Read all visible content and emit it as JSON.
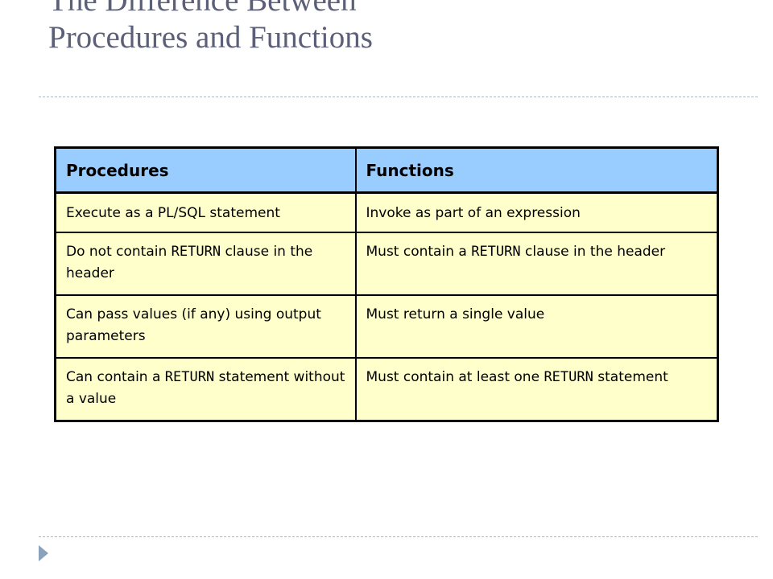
{
  "slide": {
    "title_line1": "The Difference Between",
    "title_line2": "Procedures and Functions"
  },
  "table": {
    "headers": [
      "Procedures",
      "Functions"
    ],
    "rows": [
      {
        "procedure": {
          "pre": "Execute as a PL/SQL statement",
          "code": "",
          "post": ""
        },
        "function": {
          "pre": "Invoke as part of an expression",
          "code": "",
          "post": ""
        }
      },
      {
        "procedure": {
          "pre": "Do not contain ",
          "code": "RETURN",
          "post": " clause in the header"
        },
        "function": {
          "pre": "Must contain a ",
          "code": "RETURN",
          "post": " clause in the header"
        }
      },
      {
        "procedure": {
          "pre": "Can pass values (if any) using output parameters",
          "code": "",
          "post": ""
        },
        "function": {
          "pre": "Must return a single value",
          "code": "",
          "post": ""
        }
      },
      {
        "procedure": {
          "pre": "Can contain a ",
          "code": "RETURN",
          "post": " statement without a value"
        },
        "function": {
          "pre": "Must contain at least one ",
          "code": "RETURN",
          "post": " statement"
        }
      }
    ]
  },
  "colors": {
    "title": "#5b5f77",
    "header_fill": "#99ccff",
    "cell_fill": "#ffffcc",
    "border": "#000000",
    "rule": "#a8b8c8",
    "bullet": "#8aa2bb"
  },
  "icons": {
    "footer_bullet": "triangle-right-icon"
  }
}
